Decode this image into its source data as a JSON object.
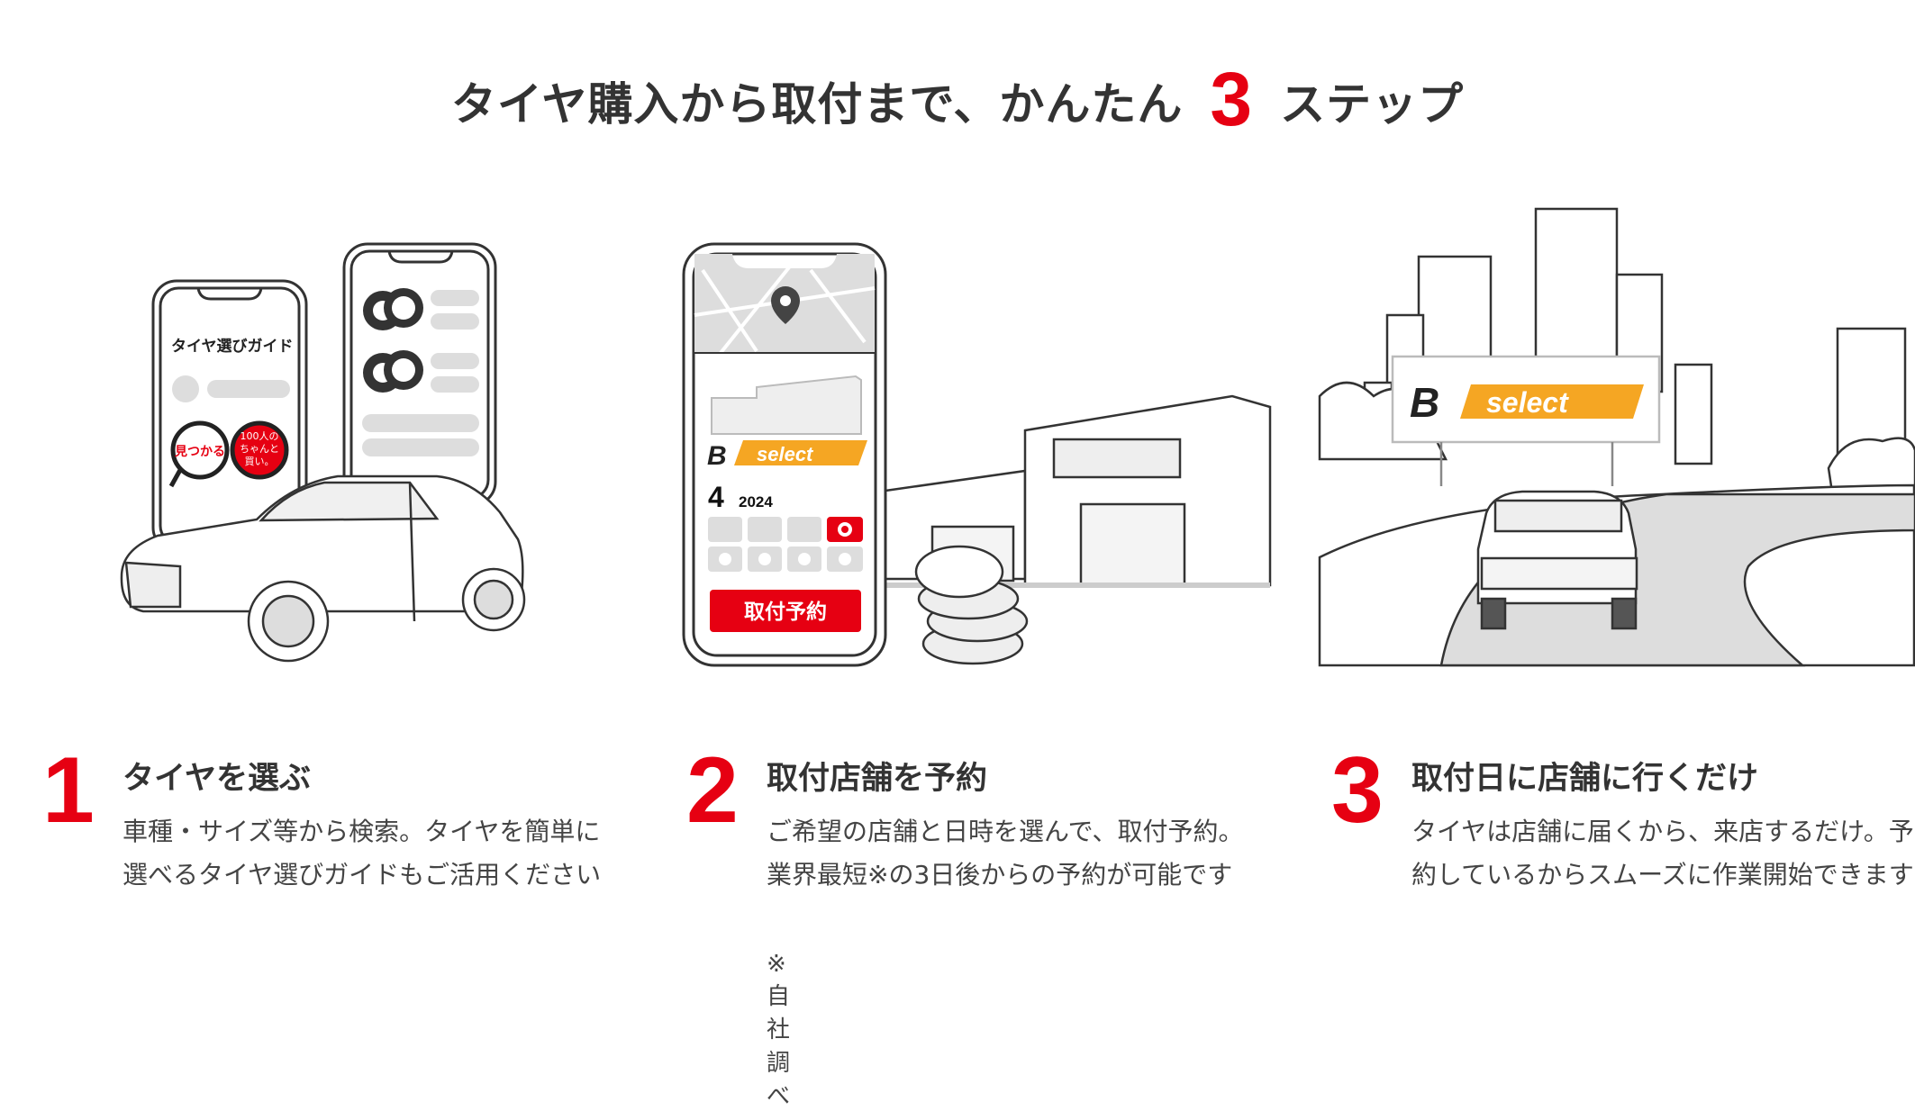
{
  "title": {
    "before": "タイヤ購入から取付まで、かんたん",
    "number": "3",
    "after": "ステップ"
  },
  "colors": {
    "accent": "#e60012",
    "brand_orange": "#f5a623",
    "text": "#333333",
    "ui_gray": "#d9d9d9"
  },
  "illustrations": {
    "step1": {
      "app_title": "タイヤ選びガイド",
      "badge_find": "見つかる",
      "badge_people_1": "100人の",
      "badge_people_2": "ちゃんと",
      "badge_people_3": "買い。"
    },
    "step2": {
      "logo": "select",
      "month": "4",
      "year": "2024",
      "button": "取付予約"
    },
    "step3": {
      "billboard": "select"
    }
  },
  "steps": [
    {
      "number": "1",
      "heading": "タイヤを選ぶ",
      "body": "車種・サイズ等から検索。タイヤを簡単に選べるタイヤ選びガイドもご活用ください"
    },
    {
      "number": "2",
      "heading": "取付店舗を予約",
      "body": "ご希望の店舗と日時を選んで、取付予約。業界最短※の3日後からの予約が可能です",
      "footnote": "※自社調べ"
    },
    {
      "number": "3",
      "heading": "取付日に店舗に行くだけ",
      "body": "タイヤは店舗に届くから、来店するだけ。予約しているからスムーズに作業開始できます"
    }
  ]
}
